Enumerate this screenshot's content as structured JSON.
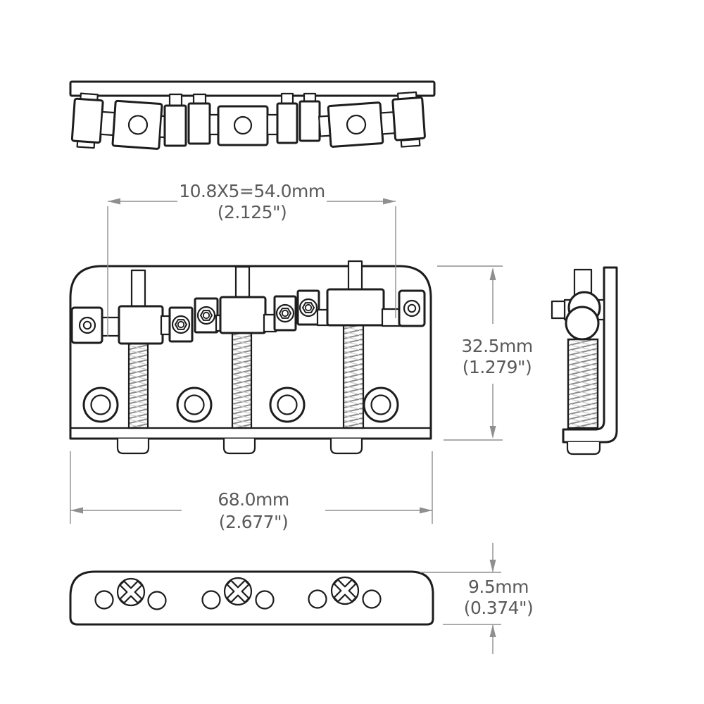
{
  "colors": {
    "line": "#1d1d1d",
    "dim_line": "#8f8f8f",
    "dim_text": "#5a5a5a",
    "bg": "#ffffff"
  },
  "dimensions": {
    "saddle_spacing": {
      "metric": "10.8X5=54.0mm",
      "imperial": "(2.125\")"
    },
    "bridge_height": {
      "metric": "32.5mm",
      "imperial": "(1.279\")"
    },
    "bridge_width": {
      "metric": "68.0mm",
      "imperial": "(2.677\")"
    },
    "plate_thickness": {
      "metric": "9.5mm",
      "imperial": "(0.374\")"
    }
  }
}
